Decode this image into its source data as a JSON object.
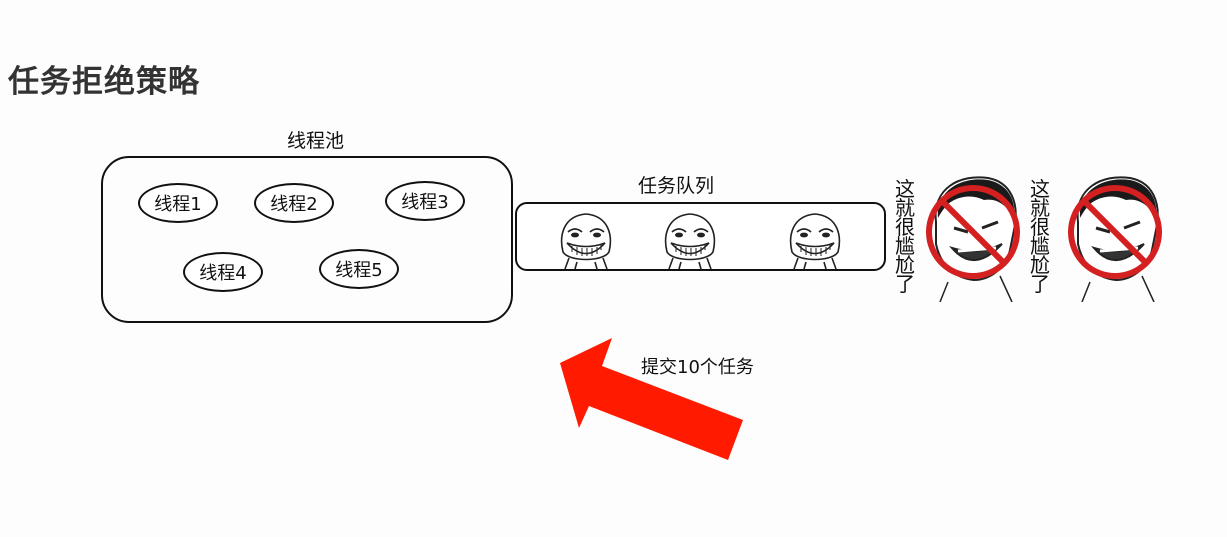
{
  "title": "任务拒绝策略",
  "pool": {
    "label": "线程池",
    "threads": [
      "线程1",
      "线程2",
      "线程3",
      "线程4",
      "线程5"
    ]
  },
  "queue": {
    "label": "任务队列"
  },
  "arrow": {
    "label": "提交10个任务",
    "color": "#ff1a00"
  },
  "rejected": {
    "caption": "这就很尴尬了",
    "prohibition_color": "#d42020"
  },
  "icons": [
    "troll-face-icon",
    "laughing-face-icon",
    "prohibited-icon"
  ]
}
